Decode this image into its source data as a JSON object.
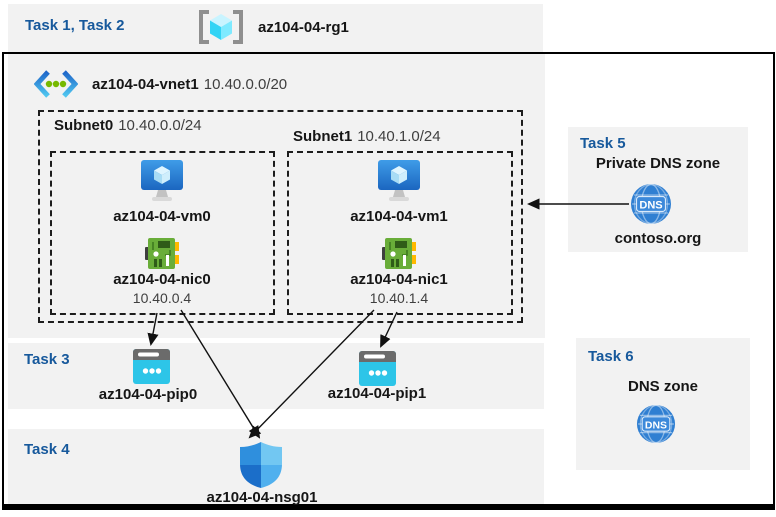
{
  "colors": {
    "accent_blue": "#17599c",
    "band_gray": "#f2f2f2",
    "arrow_black": "#111111",
    "vm_blue": "#2a7fd4",
    "nic_green": "#69ad39",
    "pip_cyan": "#2dc5e8",
    "dns_blue": "#2f7fd2"
  },
  "header": {
    "tasks_label": "Task 1, Task 2",
    "rg_name": "az104-04-rg1",
    "rg_icon": "resource-group-icon"
  },
  "vnet": {
    "name": "az104-04-vnet1",
    "cidr": "10.40.0.0/20",
    "icon": "virtual-network-icon"
  },
  "subnets": [
    {
      "name": "Subnet0",
      "cidr": "10.40.0.0/24",
      "vm": "az104-04-vm0",
      "nic": "az104-04-nic0",
      "ip": "10.40.0.4"
    },
    {
      "name": "Subnet1",
      "cidr": "10.40.1.0/24",
      "vm": "az104-04-vm1",
      "nic": "az104-04-nic1",
      "ip": "10.40.1.4"
    }
  ],
  "task3": {
    "label": "Task 3",
    "pip0": "az104-04-pip0",
    "pip1": "az104-04-pip1"
  },
  "task4": {
    "label": "Task 4",
    "nsg": "az104-04-nsg01"
  },
  "task5": {
    "label": "Task 5",
    "title": "Private DNS zone",
    "zone": "contoso.org",
    "icon": "dns-icon"
  },
  "task6": {
    "label": "Task 6",
    "title": "DNS zone",
    "icon": "dns-icon"
  }
}
